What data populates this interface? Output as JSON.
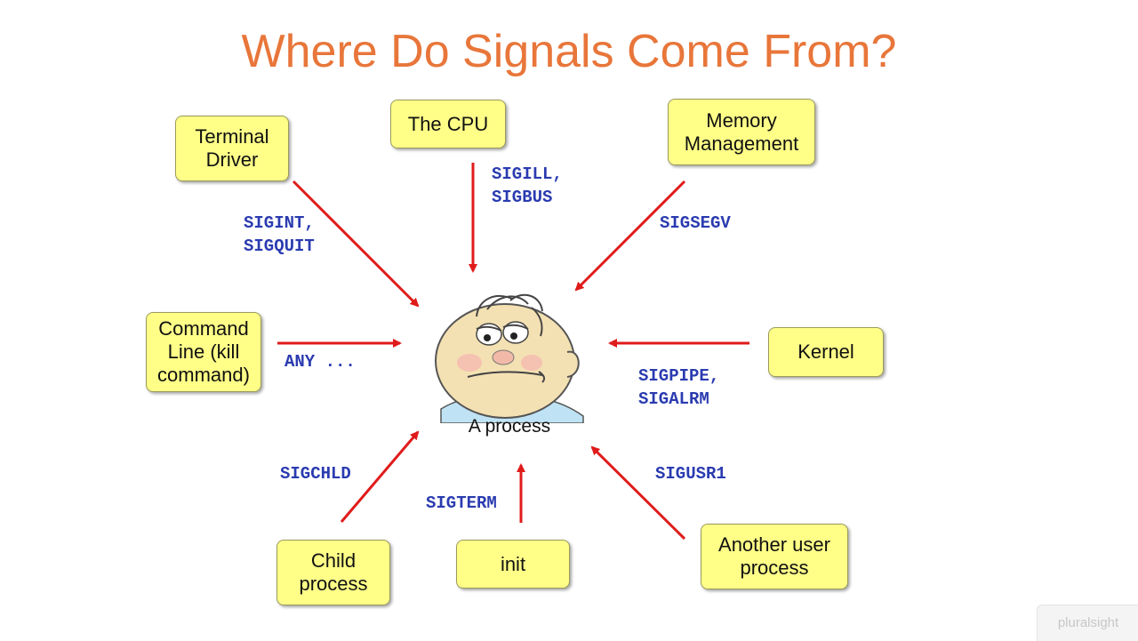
{
  "slide": {
    "title": "Where Do Signals Come From?",
    "center_caption": "A process",
    "arrow_color": "#e01b1b",
    "box_color": "#ffff88",
    "signal_text_color": "#2a3bb0",
    "title_color": "#e8763a"
  },
  "sources": {
    "terminal_driver": {
      "label": "Terminal\nDriver",
      "signals": "SIGINT,\nSIGQUIT"
    },
    "cpu": {
      "label": "The CPU",
      "signals": "SIGILL,\nSIGBUS"
    },
    "memory_management": {
      "label": "Memory\nManagement",
      "signals": "SIGSEGV"
    },
    "command_line": {
      "label": "Command\nLine (kill\ncommand)",
      "signals": "ANY ..."
    },
    "kernel": {
      "label": "Kernel",
      "signals": "SIGPIPE,\nSIGALRM"
    },
    "child_process": {
      "label": "Child\nprocess",
      "signals": "SIGCHLD"
    },
    "init": {
      "label": "init",
      "signals": "SIGTERM"
    },
    "another_user_process": {
      "label": "Another user\nprocess",
      "signals": "SIGUSR1"
    }
  },
  "watermark": "pluralsight"
}
